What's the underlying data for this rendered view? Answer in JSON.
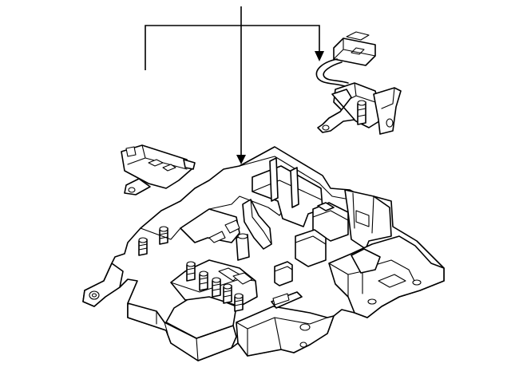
{
  "diagram": {
    "labels": [],
    "parts": [
      "module-bracket",
      "connector-sensor-assembly",
      "small-sensor",
      "leader-callout"
    ]
  }
}
